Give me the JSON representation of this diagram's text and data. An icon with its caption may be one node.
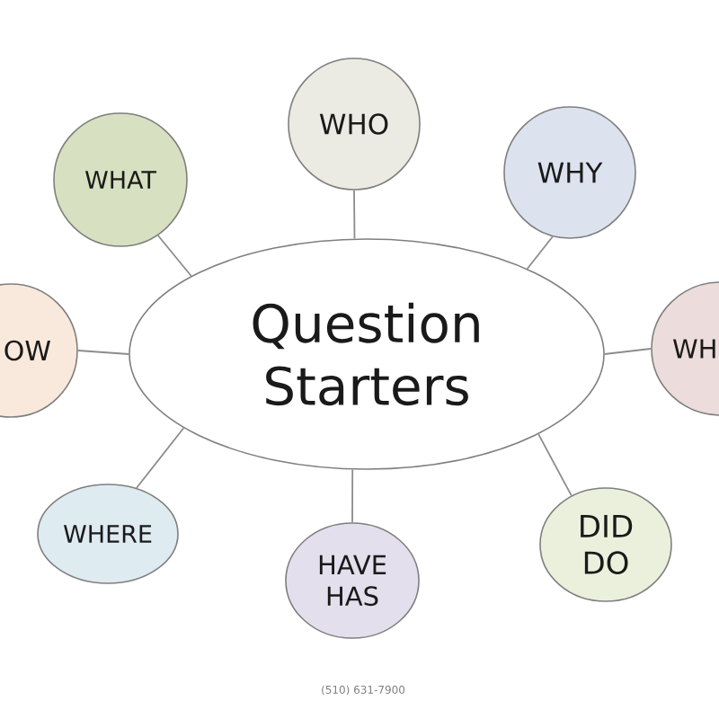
{
  "diagram": {
    "nodes": [
      {
        "text": [
          "Question Starters"
        ]
      },
      {
        "text": [
          "WHO"
        ]
      },
      {
        "text": [
          "WHY"
        ]
      },
      {
        "text": [
          "WH"
        ]
      },
      {
        "text": [
          "DID DO"
        ]
      },
      {
        "text": [
          "HAVE HAS"
        ]
      },
      {
        "text": [
          "WHERE"
        ]
      },
      {
        "text": [
          "OW"
        ]
      },
      {
        "text": [
          "WHAT"
        ]
      }
    ],
    "edges": [
      {
        "from": 0,
        "to": 1,
        "arrow": "none"
      },
      {
        "from": 0,
        "to": 2,
        "arrow": "none"
      },
      {
        "from": 0,
        "to": 3,
        "arrow": "none"
      },
      {
        "from": 0,
        "to": 4,
        "arrow": "none"
      },
      {
        "from": 0,
        "to": 5,
        "arrow": "none"
      },
      {
        "from": 0,
        "to": 6,
        "arrow": "none"
      },
      {
        "from": 0,
        "to": 7,
        "arrow": "none"
      },
      {
        "from": 0,
        "to": 8,
        "arrow": "none"
      }
    ],
    "labels": [
      "(510) 631-7900"
    ]
  }
}
